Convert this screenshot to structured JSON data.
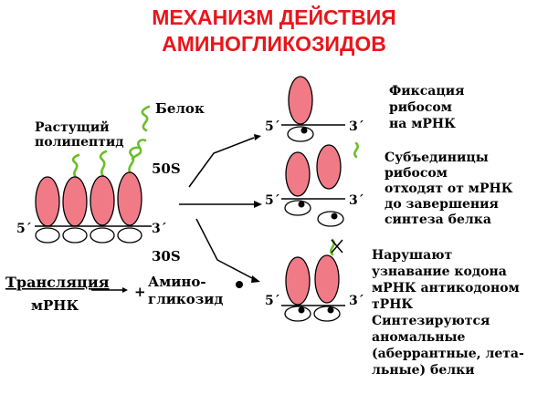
{
  "title": {
    "line1": "МЕХАНИЗМ ДЕЙСТВИЯ",
    "line2": "АМИНОГЛИКОЗИДОВ"
  },
  "labels": {
    "protein": "Белок",
    "growing_polypeptide_1": "Растущий",
    "growing_polypeptide_2": "полипептид",
    "subunit_50s": "50S",
    "subunit_30s": "30S",
    "five_prime": "5´",
    "three_prime": "3´",
    "translation": "Трансляция",
    "mrna": "мРНК",
    "plus": "+",
    "aminoglycoside_1": "Амино-",
    "aminoglycoside_2": "гликозид"
  },
  "effects": {
    "effect1": [
      "Фиксация",
      "рибосом",
      "на мРНК"
    ],
    "effect2": [
      "Субъединицы",
      "рибосом",
      "отходят от мРНК",
      "до завершения",
      "синтеза белка"
    ],
    "effect3": [
      "Нарушают",
      "узнавание кодона",
      "мРНК антикодоном",
      "тРНК",
      "Синтезируются",
      "аномальные",
      "(аберрантные, лета-",
      "льные) белки"
    ]
  },
  "colors": {
    "title": "#e8161b",
    "large_subunit": "#f07b86",
    "small_subunit": "#ffffff",
    "polypeptide": "#6abf2a"
  }
}
